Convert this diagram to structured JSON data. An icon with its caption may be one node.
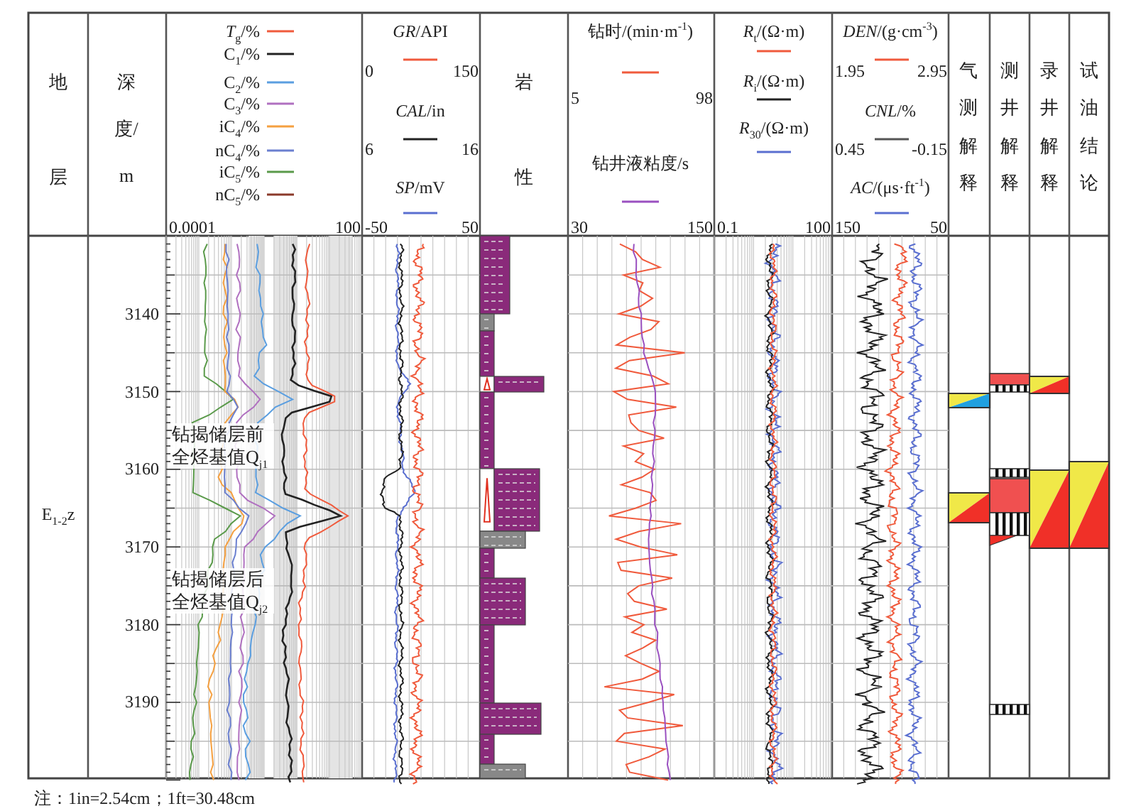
{
  "diagram": {
    "labels": [
      "地层",
      "深度/m",
      "*T*$_{g}$/%",
      "C$_{1}$/%",
      "C$_{2}$/%",
      "C$_{3}$/%",
      "iC$_{4}$/%",
      "nC$_{4}$/%",
      "iC$_{5}$/%",
      "nC$_{5}$/%",
      "0.0001",
      "100",
      "*GR*/API",
      "0",
      "150",
      "*CAL*/in",
      "6",
      "16",
      "*SP*/mV",
      "-50",
      "50",
      "岩性",
      "钻时/(min·m$^{-1}$)",
      "5",
      "98",
      "钻井液粘度/s",
      "30",
      "150",
      "*R*$_{t}$/(Ω·m)",
      "*R*$_{i}$/(Ω·m)",
      "*R*$_{30}$/(Ω·m)",
      "0.1",
      "100",
      "*DEN*/(g·cm$^{-3}$)",
      "1.95",
      "2.95",
      "*CNL*/%",
      "0.45",
      "-0.15",
      "*AC*/(μs·ft$^{-1}$)",
      "150",
      "50",
      "气测解释",
      "测井解释",
      "录井解释",
      "试油结论",
      "3140",
      "3150",
      "3160",
      "3170",
      "3180",
      "3190",
      "E$_{1-2}$z",
      "钻揭储层前全烃基值Q$_{j1}$",
      "钻揭储层后全烃基值Q$_{j2}$",
      "注：1in=2.54cm；1ft=30.48cm"
    ]
  }
}
